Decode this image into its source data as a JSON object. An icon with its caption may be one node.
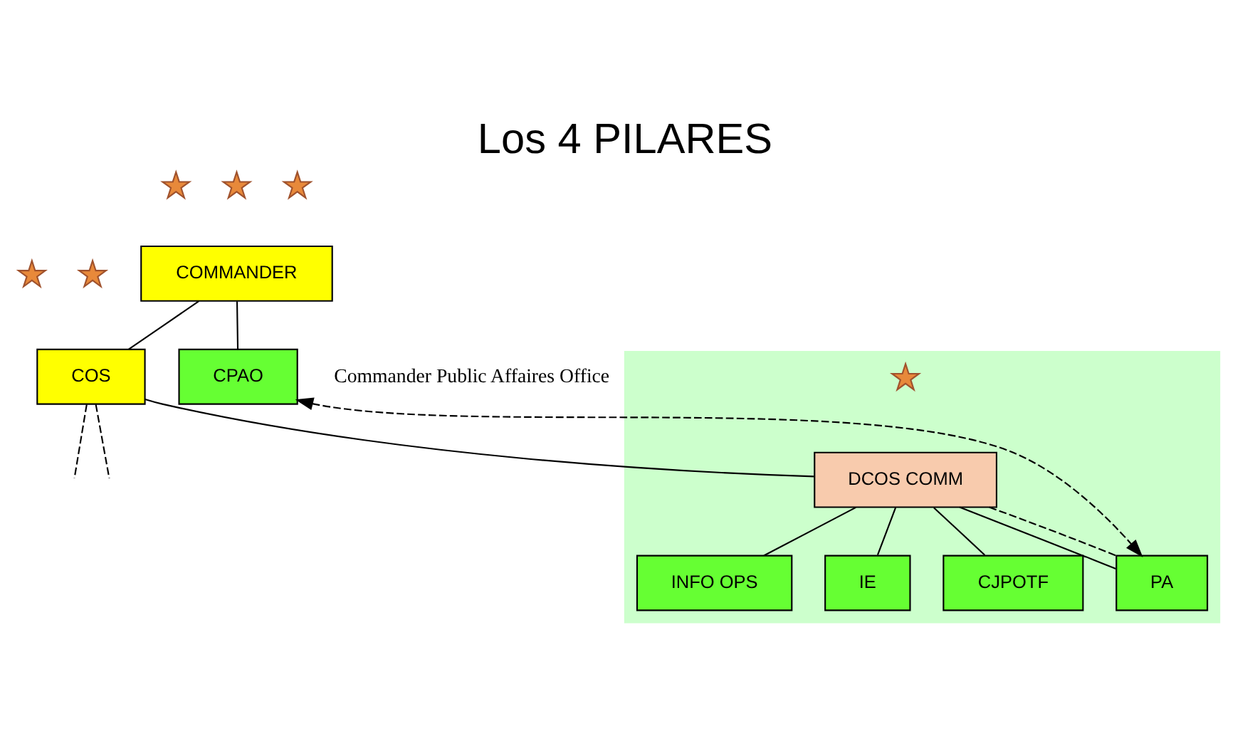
{
  "diagram": {
    "title": "Los 4 PILARES",
    "nodes": [
      {
        "text": [],
        "shape": "star"
      },
      {
        "text": [],
        "shape": "star"
      },
      {
        "text": [],
        "shape": "star"
      },
      {
        "text": [
          "COMMANDER"
        ]
      },
      {
        "text": [],
        "shape": "star"
      },
      {
        "text": [],
        "shape": "star"
      },
      {
        "text": [
          "COS"
        ]
      },
      {
        "text": [
          "CPAO"
        ],
        "beside": [
          "Commander Public Affaires Office"
        ]
      },
      {
        "text": [],
        "shape": "band"
      },
      {
        "text": [],
        "shape": "star",
        "in": 8
      },
      {
        "text": [
          "DCOS COMM"
        ],
        "in": 8
      },
      {
        "text": [
          "INFO OPS"
        ],
        "in": 8
      },
      {
        "text": [
          "IE"
        ],
        "in": 8
      },
      {
        "text": [
          "CJPOTF"
        ],
        "in": 8
      },
      {
        "text": [
          "PA"
        ],
        "in": 8
      }
    ],
    "edges": [
      {
        "from": 3,
        "to": 6,
        "arrow": "none"
      },
      {
        "from": 3,
        "to": 7,
        "arrow": "none"
      },
      {
        "from": 6,
        "to": 10,
        "arrow": "none"
      },
      {
        "from": 6,
        "to": null,
        "arrow": "none",
        "style": "dashed"
      },
      {
        "from": 6,
        "to": null,
        "arrow": "none",
        "style": "dashed"
      },
      {
        "from": 10,
        "to": 11,
        "arrow": "none"
      },
      {
        "from": 10,
        "to": 12,
        "arrow": "none"
      },
      {
        "from": 10,
        "to": 13,
        "arrow": "none"
      },
      {
        "from": 10,
        "to": 14,
        "arrow": "none"
      },
      {
        "from": 10,
        "to": 14,
        "arrow": "none",
        "style": "dashed"
      },
      {
        "from": 7,
        "to": 14,
        "arrow": "both",
        "style": "dashed"
      }
    ]
  }
}
